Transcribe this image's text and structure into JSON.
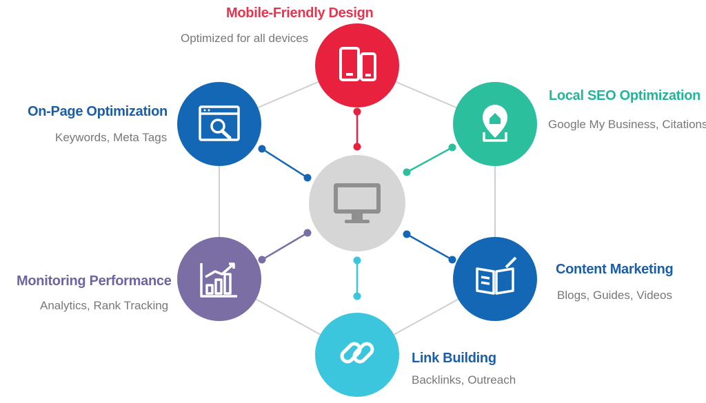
{
  "center": {
    "icon": "monitor-icon",
    "color": "#d6d6d6",
    "icon_color": "#8f8f8f"
  },
  "line_color": "#cfcfcf",
  "nodes": [
    {
      "id": "mobile-friendly-design",
      "title": "Mobile-Friendly Design",
      "description": "Optimized for all devices",
      "icon": "mobile-devices-icon",
      "color": "#e8213f",
      "title_color": "#e8334f"
    },
    {
      "id": "local-seo-optimization",
      "title": "Local SEO Optimization",
      "description": "Google My Business, Citations",
      "icon": "location-home-icon",
      "color": "#2cbf9e",
      "title_color": "#21b59a"
    },
    {
      "id": "content-marketing",
      "title": "Content Marketing",
      "description": "Blogs, Guides, Videos",
      "icon": "open-book-icon",
      "color": "#1467b4",
      "title_color": "#1a5ea8"
    },
    {
      "id": "link-building",
      "title": "Link Building",
      "description": "Backlinks, Outreach",
      "icon": "chain-link-icon",
      "color": "#3cc6de",
      "title_color": "#1a5ea8"
    },
    {
      "id": "monitoring-performance",
      "title": "Monitoring Performance",
      "description": "Analytics, Rank Tracking",
      "icon": "growth-chart-icon",
      "color": "#7b6ea5",
      "title_color": "#6e64a0"
    },
    {
      "id": "on-page-optimization",
      "title": "On-Page Optimization",
      "description": "Keywords, Meta Tags",
      "icon": "browser-search-icon",
      "color": "#1467b4",
      "title_color": "#1a5ea8"
    }
  ]
}
